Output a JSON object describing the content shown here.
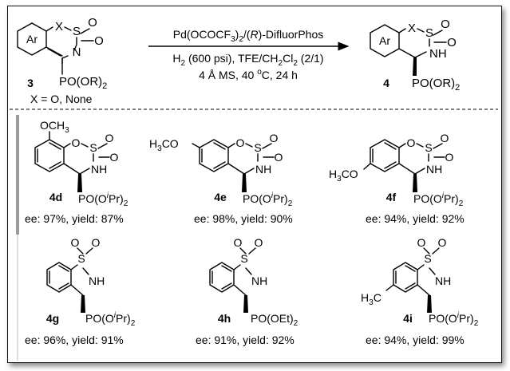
{
  "reaction": {
    "substrate": {
      "number": "3",
      "ar_label": "Ar",
      "x_atom": "X",
      "sulfur_atom": "S",
      "oxo": "O",
      "nitrogen_atom": "N",
      "phosphonate_main": "PO(OR)",
      "phosphonate_sub": "2",
      "note": "X = O, None"
    },
    "conditions": {
      "catalyst_main": "Pd(OCOCF",
      "catalyst_sub": "3",
      "catalyst_mid": ")",
      "catalyst_sub2": "2",
      "catalyst_sep": "/(",
      "ligand_italic": "R",
      "ligand_rest": ")-DifluorPhos",
      "h2_prefix": "H",
      "h2_sub": "2",
      "h2_rest": " (600 psi), TFE/CH",
      "solvent_sub1": "2",
      "solvent_mid": "Cl",
      "solvent_sub2": "2",
      "solvent_rest": " (2/1)",
      "line3_prefix": "4 Å MS, 40 ",
      "line3_sup": "o",
      "line3_rest": "C, 24 h"
    },
    "product": {
      "number": "4",
      "ar_label": "Ar",
      "x_atom": "X",
      "sulfur_atom": "S",
      "oxo": "O",
      "nh_label": "NH",
      "phosphonate_main": "PO(OR)",
      "phosphonate_sub": "2"
    }
  },
  "products": [
    {
      "id": "4d",
      "substituent": "OCH",
      "substituent_sub": "3",
      "ester_pre": "PO(O",
      "ester_i": "i",
      "ester_post": "Pr)",
      "ester_sub": "2",
      "ee": "ee: 97%, yield: 87%"
    },
    {
      "id": "4e",
      "substituent": "H",
      "substituent_sub": "3",
      "substituent_rest": "CO",
      "ester_pre": "PO(O",
      "ester_i": "i",
      "ester_post": "Pr)",
      "ester_sub": "2",
      "ee": "ee: 98%, yield: 90%"
    },
    {
      "id": "4f",
      "substituent": "H",
      "substituent_sub": "3",
      "substituent_rest": "CO",
      "ester_pre": "PO(O",
      "ester_i": "i",
      "ester_post": "Pr)",
      "ester_sub": "2",
      "ee": "ee: 94%, yield: 92%"
    },
    {
      "id": "4g",
      "ester_pre": "PO(O",
      "ester_i": "i",
      "ester_post": "Pr)",
      "ester_sub": "2",
      "ee": "ee: 96%, yield: 91%"
    },
    {
      "id": "4h",
      "ester_pre": "PO(OEt)",
      "ester_sub": "2",
      "ee": "ee: 91%, yield: 92%"
    },
    {
      "id": "4i",
      "substituent": "H",
      "substituent_sub": "3",
      "substituent_rest": "C",
      "ester_pre": "PO(O",
      "ester_i": "i",
      "ester_post": "Pr)",
      "ester_sub": "2",
      "ee": "ee: 94%, yield: 99%"
    }
  ],
  "atoms": {
    "oxygen": "O",
    "sulfur": "S",
    "nh": "NH"
  },
  "colors": {
    "scrollbar": "#9b9b9b",
    "divider": "#333333"
  }
}
